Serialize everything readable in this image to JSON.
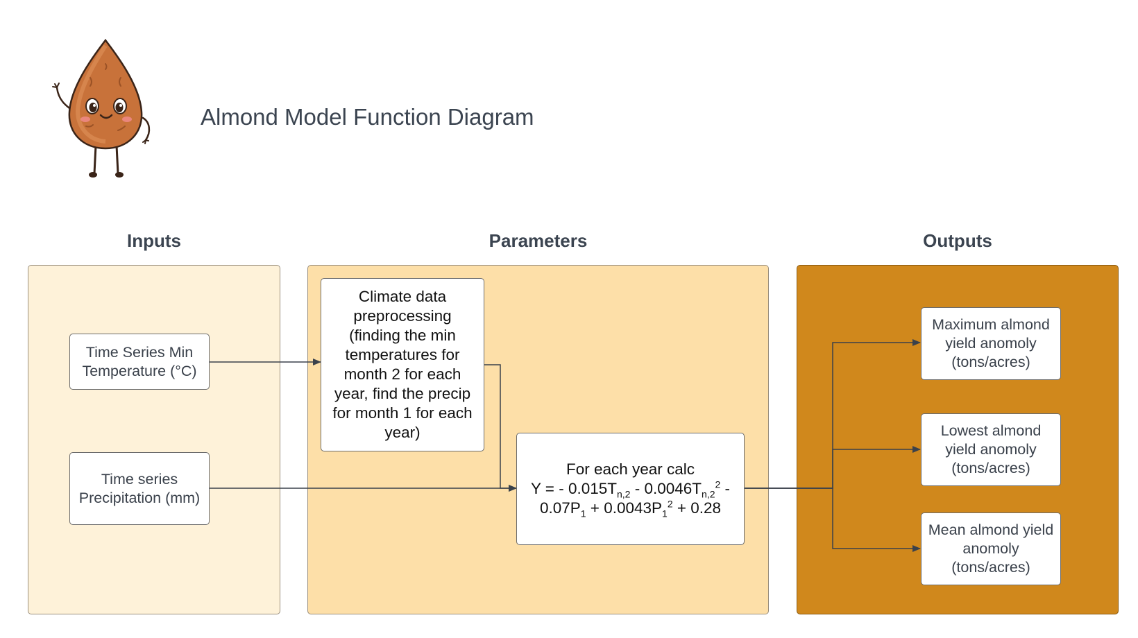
{
  "header": {
    "title": "Almond Model Function Diagram",
    "mascot_icon": "almond-mascot-icon"
  },
  "columns": {
    "inputs": {
      "heading": "Inputs",
      "color": "#fef2d9"
    },
    "parameters": {
      "heading": "Parameters",
      "color": "#fddfa8"
    },
    "outputs": {
      "heading": "Outputs",
      "color": "#d0881c"
    }
  },
  "inputs": {
    "min_temperature": "Time Series Min Temperature (°C)",
    "precipitation": "Time series Precipitation (mm)"
  },
  "parameters": {
    "preprocessing": "Climate data preprocessing (finding the min temperatures for month 2 for each year, find the precip for month 1 for each year)",
    "calc_heading": "For each year calc",
    "formula": {
      "t_term1_coef": "Y = - 0.015T",
      "t_sub": "n,2",
      "t_term2_coef": " - 0.0046T",
      "sq": "2",
      "minus": " -",
      "p_term1_coef": "0.07P",
      "p_sub": "1",
      "p_term2_coef": " + 0.0043P",
      "const": " + 0.28"
    }
  },
  "outputs": {
    "max": "Maximum almond yield anomoly (tons/acres)",
    "lowest": "Lowest almond yield anomoly (tons/acres)",
    "mean": "Mean almond yield anomoly (tons/acres)"
  }
}
